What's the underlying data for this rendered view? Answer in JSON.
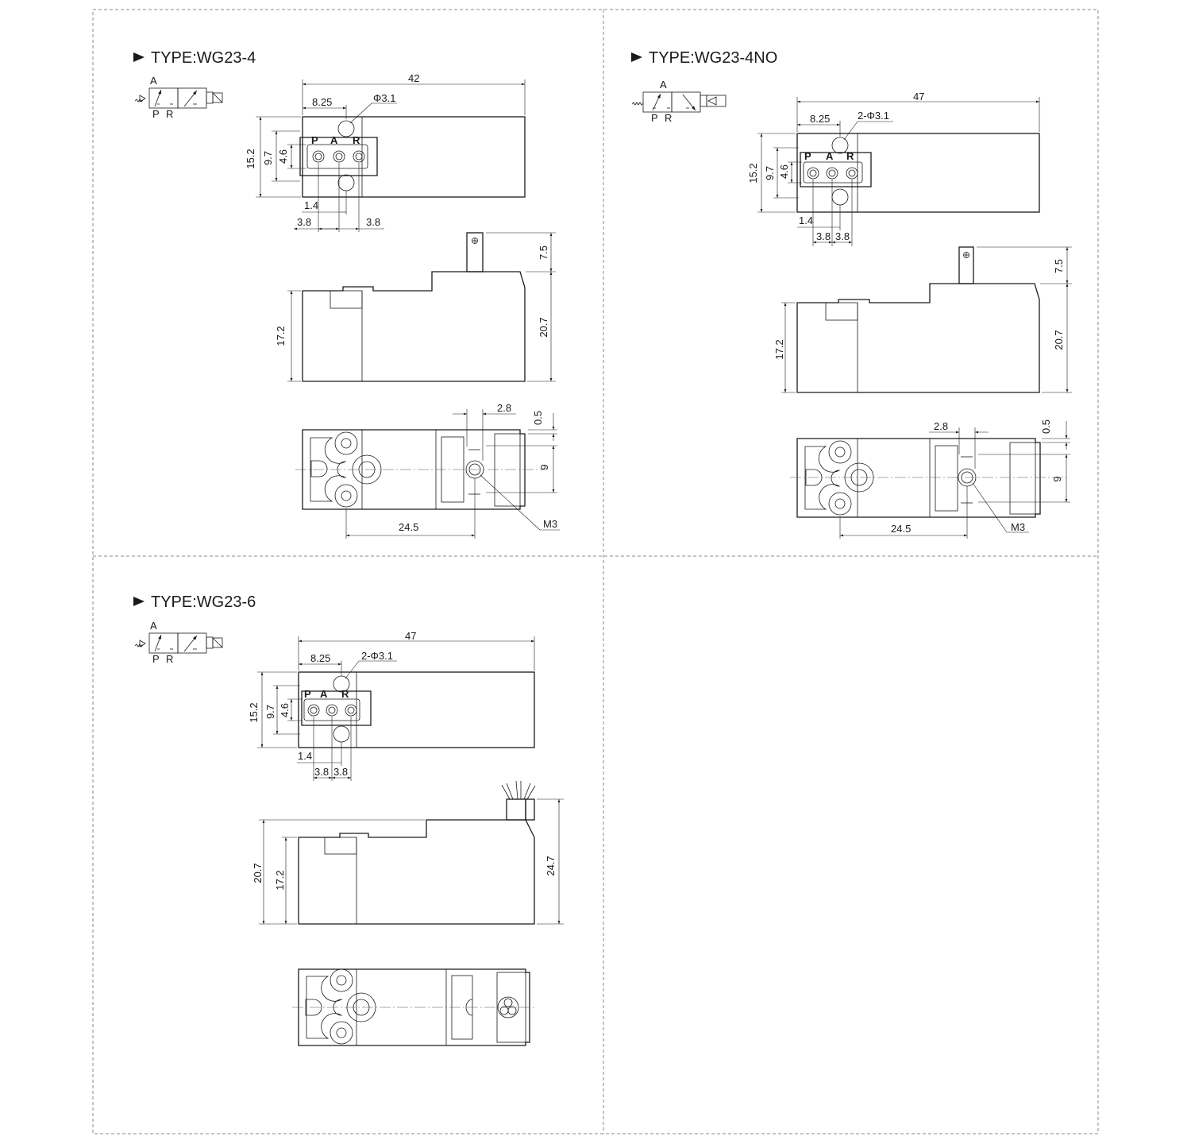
{
  "sections": [
    {
      "title": "TYPE:WG23-4",
      "symbol": {
        "port_a": "A",
        "port_p": "P",
        "port_r": "R"
      },
      "top": {
        "width": "42",
        "offset": "8.25",
        "hole": "Φ3.1",
        "h1": "15.2",
        "h2": "9.7",
        "h3": "4.6",
        "port_p": "P",
        "port_a": "A",
        "port_r": "R",
        "g1": "1.4",
        "g2": "3.8",
        "g3": "3.8"
      },
      "side": {
        "pin": "7.5",
        "body": "20.7",
        "base": "17.2"
      },
      "bottom": {
        "d1": "2.8",
        "d2": "0.5",
        "d3": "9",
        "d4": "24.5",
        "thread": "M3"
      }
    },
    {
      "title": "TYPE:WG23-4NO",
      "symbol": {
        "port_a": "A",
        "port_p": "P",
        "port_r": "R"
      },
      "top": {
        "width": "47",
        "offset": "8.25",
        "hole": "2-Φ3.1",
        "h1": "15.2",
        "h2": "9.7",
        "h3": "4.6",
        "port_p": "P",
        "port_a": "A",
        "port_r": "R",
        "g1": "1.4",
        "g2": "3.8",
        "g3": "3.8"
      },
      "side": {
        "pin": "7.5",
        "body": "20.7",
        "base": "17.2"
      },
      "bottom": {
        "d1": "2.8",
        "d2": "0.5",
        "d3": "9",
        "d4": "24.5",
        "thread": "M3"
      }
    },
    {
      "title": "TYPE:WG23-6",
      "symbol": {
        "port_a": "A",
        "port_p": "P",
        "port_r": "R"
      },
      "top": {
        "width": "47",
        "offset": "8.25",
        "hole": "2-Φ3.1",
        "h1": "15.2",
        "h2": "9.7",
        "h3": "4.6",
        "port_p": "P",
        "port_a": "A",
        "port_r": "R",
        "g1": "1.4",
        "g2": "3.8",
        "g3": "3.8"
      },
      "side": {
        "total": "20.7",
        "base": "17.2",
        "body": "24.7"
      }
    }
  ],
  "colors": {
    "line": "#1a1a1a",
    "frame": "#8a8a8a",
    "background": "#ffffff"
  }
}
